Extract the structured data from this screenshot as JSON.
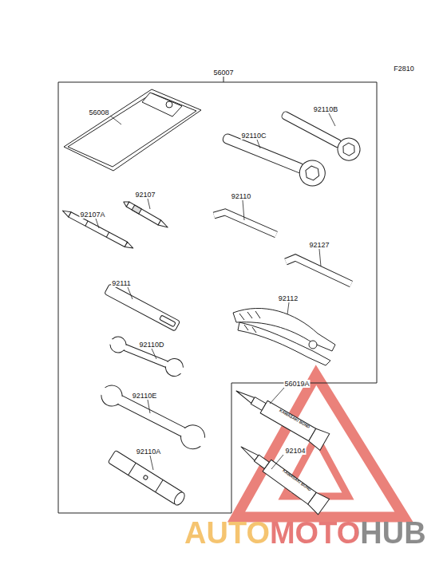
{
  "diagram": {
    "labels": [
      "F2810",
      "56007",
      "56008",
      "92110B",
      "92110C",
      "92107",
      "92107A",
      "92110",
      "92127",
      "92111",
      "92112",
      "92110D",
      "92110E",
      "92110A",
      "56019A",
      "KAWASAKI BOND",
      "92104",
      "KAWASAKI BOND",
      "AUTOMOTOHUB"
    ]
  }
}
